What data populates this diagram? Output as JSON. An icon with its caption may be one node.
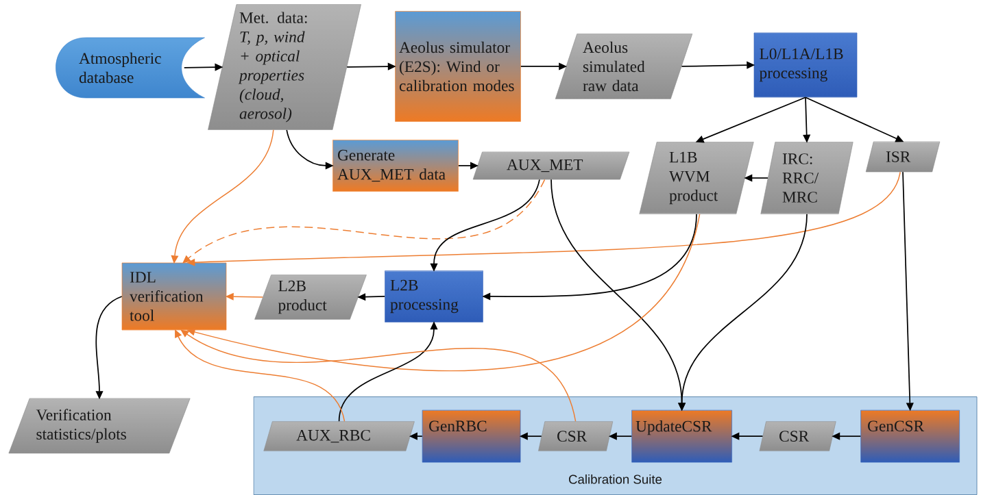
{
  "diagram": {
    "nodes": [
      {
        "text": [
          "Atmospheric database"
        ]
      },
      {
        "text": [
          "Met. data: *T, p, wind + optical properties (cloud, aerosol)*"
        ]
      },
      {
        "text": [
          "Aeolus simulator (E2S): Wind or calibration modes"
        ]
      },
      {
        "text": [
          "Aeolus simulated raw data"
        ]
      },
      {
        "text": [
          "L0/L1A/L1B processing"
        ]
      },
      {
        "text": [
          "Generate AUX_MET data"
        ]
      },
      {
        "text": [
          "AUX_MET"
        ]
      },
      {
        "text": [
          "L1B WVM product"
        ]
      },
      {
        "text": [
          "IRC: RRC/ MRC"
        ]
      },
      {
        "text": [
          "ISR"
        ]
      },
      {
        "text": [
          "IDL verification tool"
        ]
      },
      {
        "text": [
          "L2B product"
        ]
      },
      {
        "text": [
          "L2B processing"
        ]
      },
      {
        "text": [
          "Verification statistics/plots"
        ]
      },
      {
        "text": [
          "Calibration Suite"
        ]
      },
      {
        "text": [
          "AUX_RBC"
        ],
        "in": 14
      },
      {
        "text": [
          "GenRBC"
        ],
        "in": 14
      },
      {
        "text": [
          "CSR"
        ],
        "in": 14
      },
      {
        "text": [
          "UpdateCSR"
        ],
        "in": 14
      },
      {
        "text": [
          "CSR"
        ],
        "in": 14
      },
      {
        "text": [
          "GenCSR"
        ],
        "in": 14
      }
    ],
    "edges": [
      {
        "from": 0,
        "to": 1,
        "arrow": "to"
      },
      {
        "from": 1,
        "to": 2,
        "arrow": "to"
      },
      {
        "from": 2,
        "to": 3,
        "arrow": "to"
      },
      {
        "from": 3,
        "to": 4,
        "arrow": "to"
      },
      {
        "from": 1,
        "to": 5,
        "arrow": "to"
      },
      {
        "from": 5,
        "to": 6,
        "arrow": "to"
      },
      {
        "from": 4,
        "to": 7,
        "arrow": "to"
      },
      {
        "from": 4,
        "to": 8,
        "arrow": "to"
      },
      {
        "from": 4,
        "to": 9,
        "arrow": "to"
      },
      {
        "from": 8,
        "to": 7,
        "arrow": "to"
      },
      {
        "from": 1,
        "to": 10,
        "arrow": "to",
        "color": "#ed7d31"
      },
      {
        "from": 6,
        "to": 10,
        "arrow": "to",
        "style": "dashed",
        "color": "#ed7d31"
      },
      {
        "from": 9,
        "to": 10,
        "arrow": "to",
        "color": "#ed7d31"
      },
      {
        "from": 7,
        "to": 12,
        "arrow": "to"
      },
      {
        "from": 6,
        "to": 12,
        "arrow": "to"
      },
      {
        "from": 6,
        "to": 18,
        "arrow": "to"
      },
      {
        "from": 8,
        "to": 18,
        "arrow": "to"
      },
      {
        "from": 9,
        "to": 20,
        "arrow": "to"
      },
      {
        "from": 7,
        "to": 10,
        "arrow": "to",
        "color": "#ed7d31"
      },
      {
        "from": 12,
        "to": 11,
        "arrow": "to"
      },
      {
        "from": 11,
        "to": 10,
        "arrow": "to",
        "color": "#ed7d31"
      },
      {
        "from": 10,
        "to": 13,
        "arrow": "to"
      },
      {
        "from": 15,
        "to": 12,
        "arrow": "to"
      },
      {
        "from": 15,
        "to": 10,
        "arrow": "to",
        "color": "#ed7d31"
      },
      {
        "from": 17,
        "to": 10,
        "arrow": "to",
        "color": "#ed7d31"
      },
      {
        "from": 20,
        "to": 19,
        "arrow": "to"
      },
      {
        "from": 19,
        "to": 18,
        "arrow": "to"
      },
      {
        "from": 18,
        "to": 17,
        "arrow": "to"
      },
      {
        "from": 17,
        "to": 16,
        "arrow": "to"
      },
      {
        "from": 16,
        "to": 15,
        "arrow": "to"
      }
    ]
  }
}
